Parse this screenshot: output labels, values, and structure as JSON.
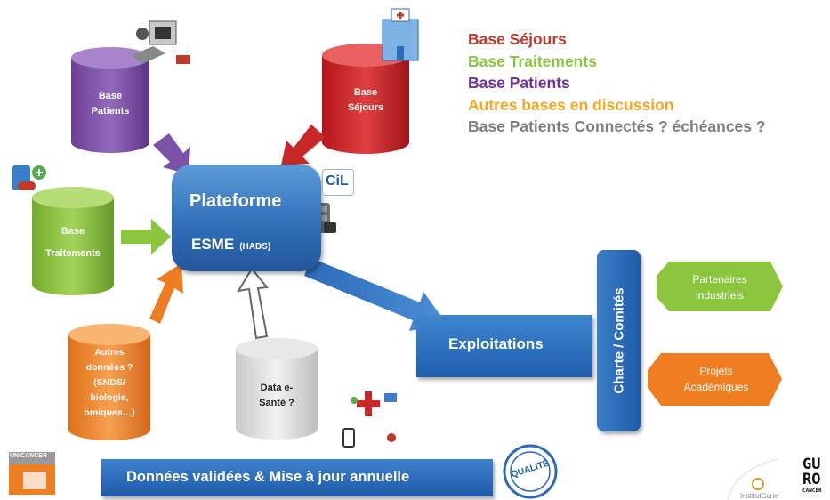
{
  "legend": [
    {
      "text": "Base Séjours",
      "color": "#c0392b"
    },
    {
      "text": "Base Traitements",
      "color": "#8cc63f"
    },
    {
      "text": "Base Patients",
      "color": "#7030a0"
    },
    {
      "text": "Autres bases en discussion",
      "color": "#f5a623"
    },
    {
      "text": "Base Patients Connectés ? échéances ?",
      "color": "#7f7f7f"
    }
  ],
  "databases": {
    "patients": {
      "line1": "Base",
      "line2": "Patients",
      "color": "#7b4fa3"
    },
    "sejours": {
      "line1": "Base",
      "line2": "Séjours",
      "color": "#c81e1e"
    },
    "traitements": {
      "line1": "Base",
      "line2": "Traitements",
      "color": "#8cc63f"
    },
    "autres": {
      "lines": [
        "Autres",
        "données ?",
        "(SNDS/",
        "biologie,",
        "omiques…)"
      ],
      "color": "#ef7d22"
    },
    "sante": {
      "line1": "Data e-",
      "line2": "Santé ?",
      "color": "#d9d9d9"
    }
  },
  "platform": {
    "title": "Plateforme",
    "subtitle": "ESME",
    "note": "(HADS)"
  },
  "exploitations": "Exploitations",
  "charte": "Charte / Comités",
  "partners": {
    "industrial": [
      "Partenaires",
      "industriels"
    ],
    "academic": [
      "Projets",
      "Académiques"
    ]
  },
  "bottom_bar": "Données validées & Mise à jour annuelle",
  "badges": {
    "cil": "CiL",
    "qualite": "QUALITE",
    "unicancer": "UNICANCER",
    "curie": "InstitutCurie",
    "gustave": [
      "GU",
      "RO"
    ],
    "gustave_small": "CANCER"
  }
}
